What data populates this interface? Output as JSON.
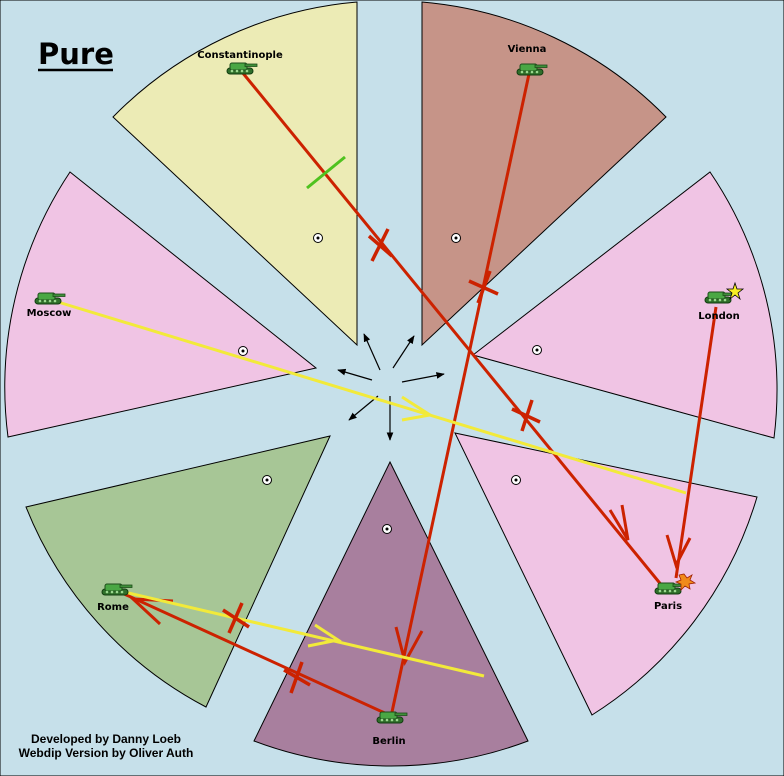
{
  "map": {
    "title": "Pure",
    "credits": {
      "line1": "Developed by Danny Loeb",
      "line2": "Webdip Version by Oliver Auth"
    },
    "colors": {
      "sea": "#c6e0ea",
      "constantinople": "#ecebb5",
      "vienna": "#c69488",
      "london": "#f0c4e4",
      "paris": "#f0c4e4",
      "moscow": "#f0c4e4",
      "rome": "#a7c696",
      "berlin": "#a87f9e",
      "order_red": "#cc2200",
      "support_yellow": "#f2ea3a",
      "cut_green": "#4fc21f"
    },
    "provinces": [
      {
        "key": "constantinople",
        "label": "Constantinople",
        "unit": "army"
      },
      {
        "key": "vienna",
        "label": "Vienna",
        "unit": "army"
      },
      {
        "key": "london",
        "label": "London",
        "unit": "army",
        "marker": "star"
      },
      {
        "key": "paris",
        "label": "Paris",
        "unit": "army",
        "marker": "dislodged"
      },
      {
        "key": "berlin",
        "label": "Berlin",
        "unit": "army"
      },
      {
        "key": "rome",
        "label": "Rome",
        "unit": "army"
      },
      {
        "key": "moscow",
        "label": "Moscow",
        "unit": "army"
      }
    ],
    "orders": [
      {
        "from": "constantinople",
        "to": "paris",
        "type": "move",
        "color": "order_red"
      },
      {
        "from": "vienna",
        "to": "berlin",
        "type": "move",
        "color": "order_red"
      },
      {
        "from": "london",
        "to": "paris",
        "type": "move",
        "color": "order_red"
      },
      {
        "from": "berlin",
        "to": "rome",
        "type": "move",
        "color": "order_red"
      },
      {
        "from": "moscow",
        "to": "paris",
        "type": "support",
        "color": "support_yellow"
      },
      {
        "from": "rome",
        "to": "berlin",
        "type": "support",
        "color": "support_yellow"
      }
    ]
  }
}
